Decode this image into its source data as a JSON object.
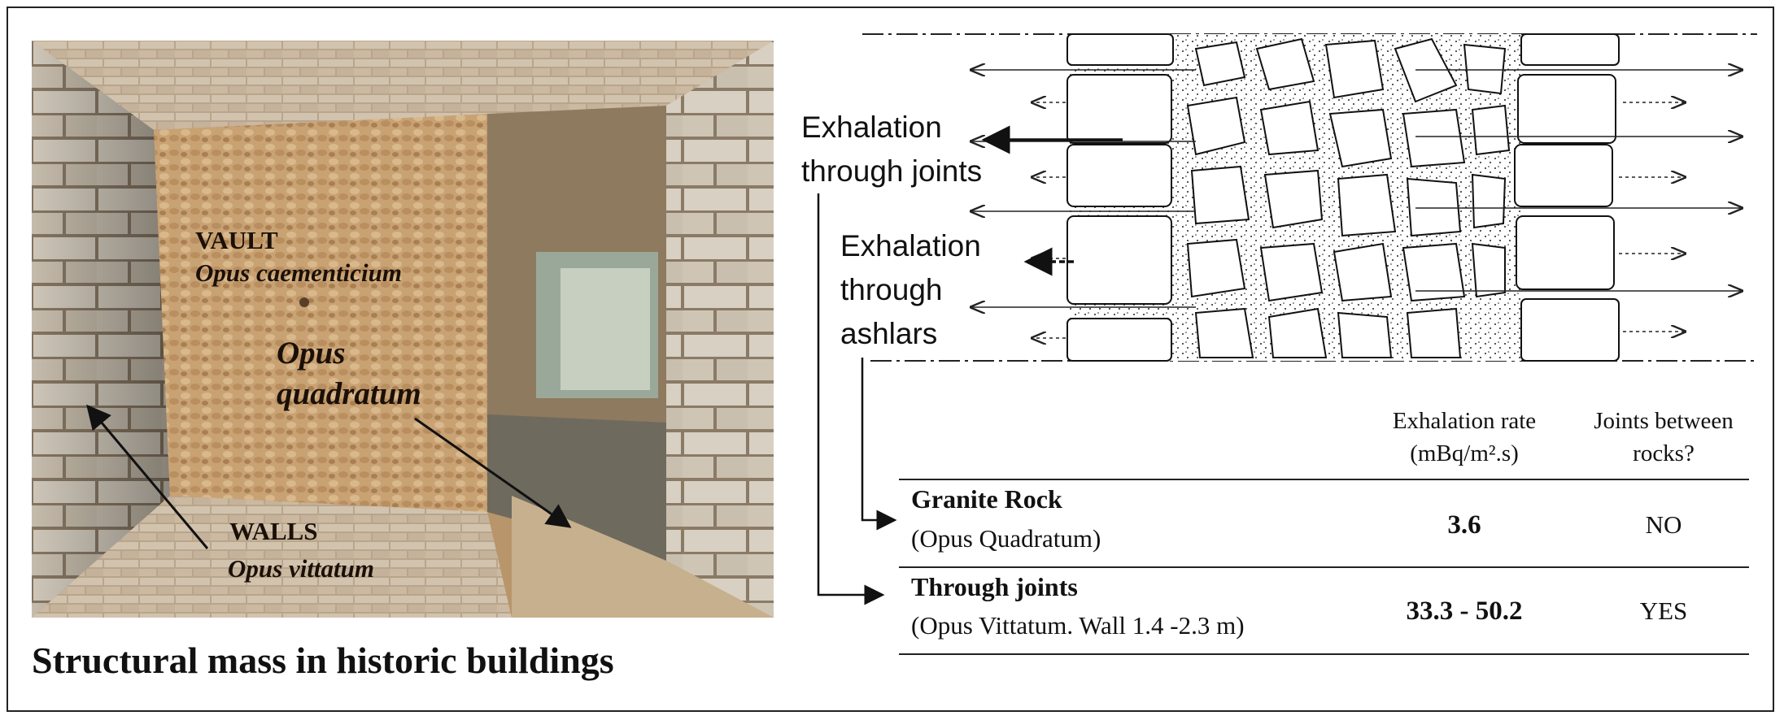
{
  "photo": {
    "vault_label": "VAULT",
    "vault_sub": "Opus caementicium",
    "opus_line1": "Opus",
    "opus_line2": "quadratum",
    "walls_label": "WALLS",
    "walls_sub": "Opus vittatum",
    "caption": "Structural mass in historic buildings"
  },
  "diagram": {
    "exhalation_joints": [
      "Exhalation",
      "through joints"
    ],
    "exhalation_ashlars": [
      "Exhalation",
      "through",
      "ashlars"
    ]
  },
  "table": {
    "header_rate": [
      "Exhalation rate",
      "(mBq/m².s)"
    ],
    "header_joints": [
      "Joints between",
      "rocks?"
    ],
    "rows": [
      {
        "name": "Granite Rock",
        "sub": "(Opus Quadratum)",
        "rate": "3.6",
        "joints": "NO"
      },
      {
        "name": "Through joints",
        "sub": "(Opus Vittatum. Wall 1.4 -2.3 m)",
        "rate": "33.3 - 50.2",
        "joints": "YES"
      }
    ]
  },
  "colors": {
    "stone_light": "#d8bf98",
    "stone_mid": "#b48f62",
    "stone_dark": "#7a6148",
    "line": "#111111"
  }
}
